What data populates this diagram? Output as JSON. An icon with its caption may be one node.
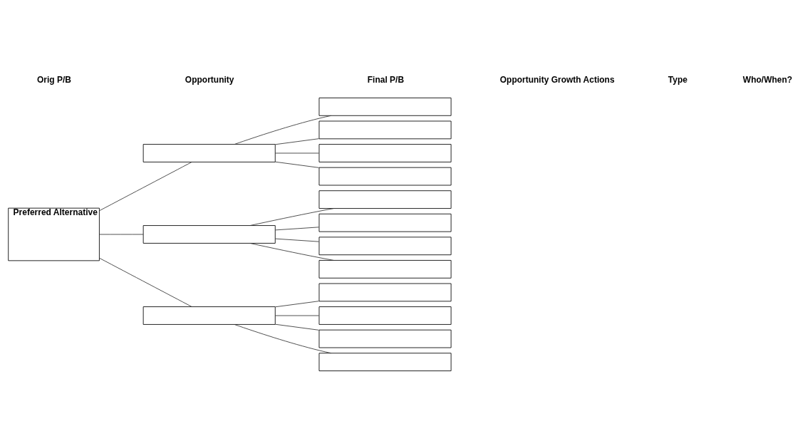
{
  "diagram": {
    "nodes": [
      {
        "text": [
          "Preferred Alternative"
        ]
      },
      {
        "text": [],
        "shape": "box"
      },
      {
        "text": [],
        "shape": "box"
      },
      {
        "text": [],
        "shape": "box"
      },
      {
        "text": [],
        "shape": "box"
      },
      {
        "text": [],
        "shape": "box"
      },
      {
        "text": [],
        "shape": "box"
      },
      {
        "text": [],
        "shape": "box"
      },
      {
        "text": [],
        "shape": "box"
      },
      {
        "text": [],
        "shape": "box"
      },
      {
        "text": [],
        "shape": "box"
      },
      {
        "text": [],
        "shape": "box"
      },
      {
        "text": [],
        "shape": "box"
      },
      {
        "text": [],
        "shape": "box"
      },
      {
        "text": [],
        "shape": "box"
      },
      {
        "text": [],
        "shape": "box"
      }
    ],
    "edges": [
      {
        "from": 0,
        "to": 1,
        "arrow": "none"
      },
      {
        "from": 0,
        "to": 2,
        "arrow": "none"
      },
      {
        "from": 0,
        "to": 3,
        "arrow": "none"
      },
      {
        "from": 1,
        "to": 4,
        "arrow": "none"
      },
      {
        "from": 1,
        "to": 5,
        "arrow": "none"
      },
      {
        "from": 1,
        "to": 6,
        "arrow": "none"
      },
      {
        "from": 1,
        "to": 7,
        "arrow": "none"
      },
      {
        "from": 2,
        "to": 8,
        "arrow": "none"
      },
      {
        "from": 2,
        "to": 9,
        "arrow": "none"
      },
      {
        "from": 2,
        "to": 10,
        "arrow": "none"
      },
      {
        "from": 2,
        "to": 11,
        "arrow": "none"
      },
      {
        "from": 3,
        "to": 12,
        "arrow": "none"
      },
      {
        "from": 3,
        "to": 13,
        "arrow": "none"
      },
      {
        "from": 3,
        "to": 14,
        "arrow": "none"
      },
      {
        "from": 3,
        "to": 15,
        "arrow": "none"
      }
    ],
    "labels": [
      "Orig P/B",
      "Opportunity",
      "Final P/B",
      "Opportunity Growth Actions",
      "Type",
      "Who/When?"
    ]
  }
}
